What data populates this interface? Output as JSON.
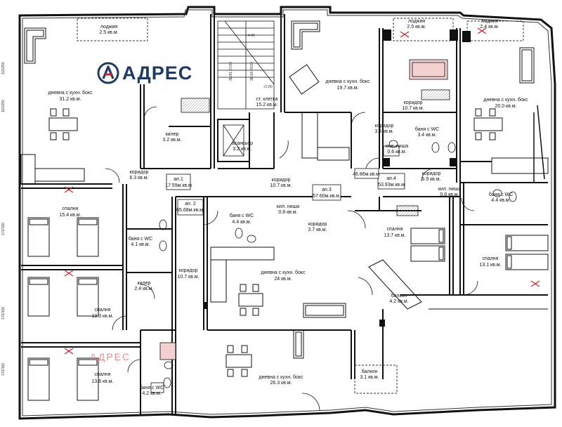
{
  "brand": {
    "logo_text": "АДРЕС",
    "watermark": "АДРЕС",
    "logo_color": "#1d3b66",
    "accent_red": "#d2232a",
    "watermark_color": "#e07b7b"
  },
  "rooms": [
    {
      "id": "r1",
      "name": "лоджия",
      "area": "2.5 кв.м."
    },
    {
      "id": "r2",
      "name": "дневна с кухн. бокс",
      "area": "31.2 кв.м."
    },
    {
      "id": "r3",
      "name": "килер",
      "area": "3.2 кв.м."
    },
    {
      "id": "r4",
      "name": "асансьор",
      "area": "3.2 кв.м."
    },
    {
      "id": "r5",
      "name": "ст. клетка",
      "area": "15.2 кв.м."
    },
    {
      "id": "r6",
      "name": "дневна с кухн. бокс",
      "area": "19.7 кв.м."
    },
    {
      "id": "r7",
      "name": "лоджия",
      "area": "2.5 кв.м."
    },
    {
      "id": "r8",
      "name": "коридор",
      "area": "10.7 кв.м."
    },
    {
      "id": "r9",
      "name": "коридор",
      "area": "3.3 кв.м."
    },
    {
      "id": "r10",
      "name": "баня с WC",
      "area": "3.4 кв.м."
    },
    {
      "id": "r11",
      "name": "кил. ниша",
      "area": "0.6 кв.м."
    },
    {
      "id": "r12",
      "name": "лоджия",
      "area": "2.4 кв.м."
    },
    {
      "id": "r13",
      "name": "дневна с кухн. бокс",
      "area": "20.0 кв.м."
    },
    {
      "id": "r14",
      "name": "коридор",
      "area": "6.3 кв.м."
    },
    {
      "id": "r15",
      "name": "коридор",
      "area": "10.7 кв.м."
    },
    {
      "id": "r16",
      "name": "коридор",
      "area": "5.9 кв.м."
    },
    {
      "id": "r17",
      "name": "спалня",
      "area": "15.4 кв.м."
    },
    {
      "id": "r18",
      "name": "баня с WC",
      "area": "4.1 кв.м."
    },
    {
      "id": "r19",
      "name": "баня с WC",
      "area": "4.4 кв.м."
    },
    {
      "id": "r20",
      "name": "кил. ниша",
      "area": "0.8 кв.м."
    },
    {
      "id": "r21",
      "name": "коридор",
      "area": "3.7 кв.м."
    },
    {
      "id": "r22",
      "name": "спалня",
      "area": "13.7 кв.м."
    },
    {
      "id": "r23",
      "name": "кил. ниша",
      "area": "0.6 кв.м."
    },
    {
      "id": "r24",
      "name": "баня с WC",
      "area": "4.4 кв.м."
    },
    {
      "id": "r25",
      "name": "спалня",
      "area": "13.1 кв.м."
    },
    {
      "id": "r26",
      "name": "коридор",
      "area": "10.7 кв.м."
    },
    {
      "id": "r27",
      "name": "дневна с кухн. бокс",
      "area": "24 кв.м."
    },
    {
      "id": "r28",
      "name": "балкон",
      "area": "4.2 кв.м."
    },
    {
      "id": "r29",
      "name": "килер",
      "area": "2.4 кв.м."
    },
    {
      "id": "r30",
      "name": "спалня",
      "area": "13.3 кв.м."
    },
    {
      "id": "r31",
      "name": "спалня",
      "area": "13.6 кв.м."
    },
    {
      "id": "r32",
      "name": "баня с WC",
      "area": "4.2 кв.м."
    },
    {
      "id": "r33",
      "name": "дневна с кухн. бокс",
      "area": "26.3 кв.м."
    },
    {
      "id": "r34",
      "name": "балкон",
      "area": "3.1 кв.м."
    }
  ],
  "apartments": [
    {
      "id": "a1",
      "name": "ап.1",
      "area": "17.59м.кв.м"
    },
    {
      "id": "a2",
      "name": "ап. 2",
      "area": "65.68м.кв.м."
    },
    {
      "id": "a3",
      "name": "ап.3",
      "area": "57.60м.кв.м."
    },
    {
      "id": "a4",
      "name": "ап.4",
      "area": "53.93м.кв.м"
    },
    {
      "id": "a5",
      "name": "",
      "area": "46.86м.кв.м."
    }
  ],
  "stair_labels": [
    "+4.40",
    "+2.80",
    "3Е/81.67/28",
    "3Е/18.76/28"
  ],
  "dimension_labels": [
    "110/250",
    "110/250",
    "170/150",
    "170/150",
    "170/150"
  ]
}
